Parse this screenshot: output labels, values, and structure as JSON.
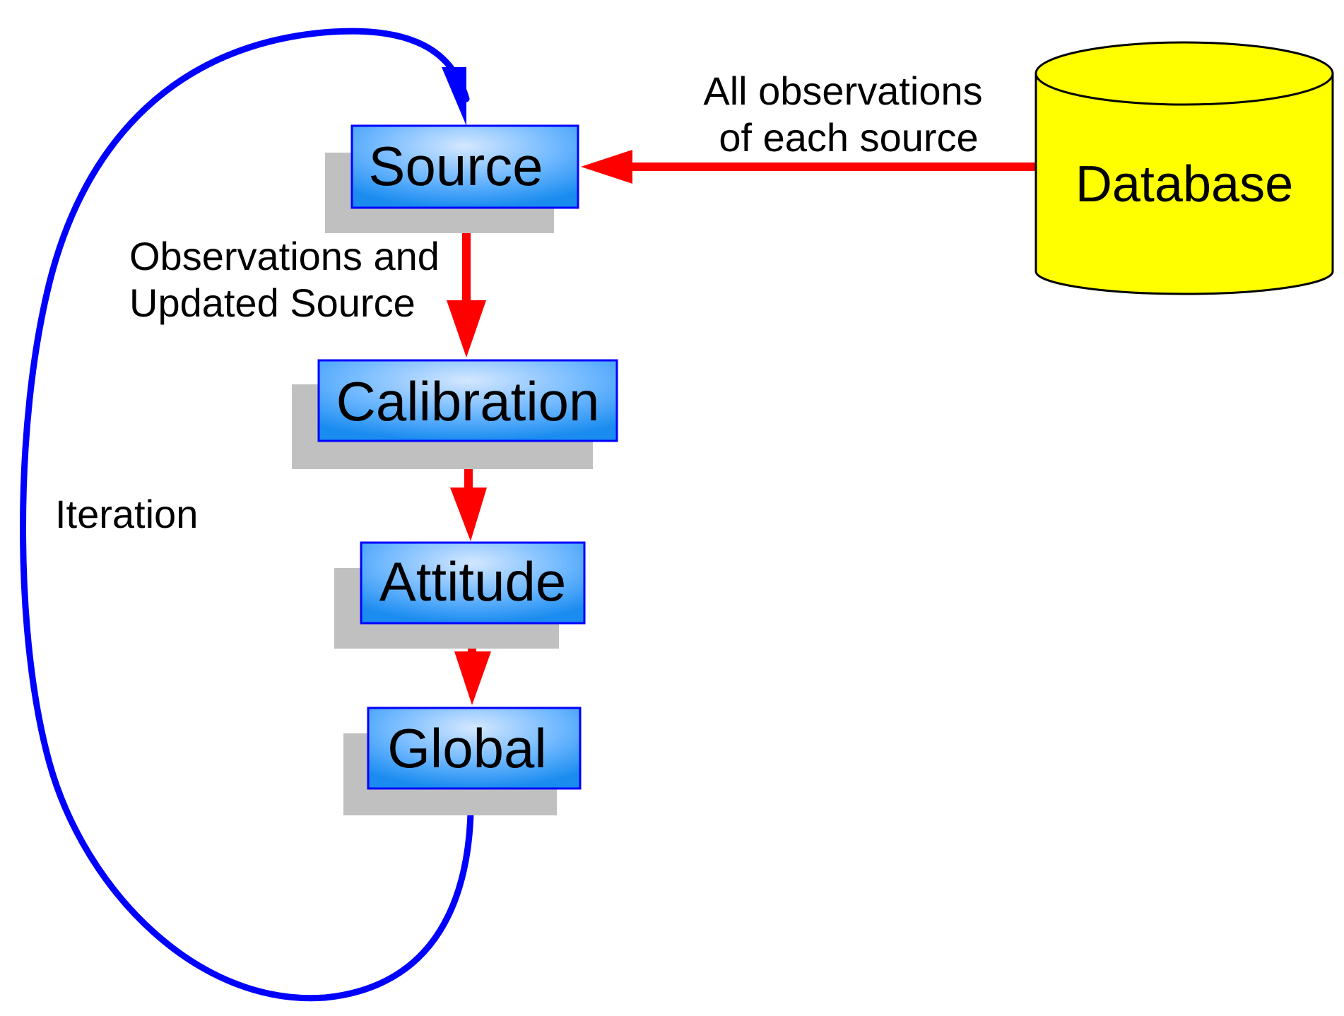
{
  "diagram": {
    "nodes": {
      "source": "Source",
      "calibration": "Calibration",
      "attitude": "Attitude",
      "global": "Global",
      "database": "Database"
    },
    "labels": {
      "db_to_source_line1": "All observations",
      "db_to_source_line2": "of each source",
      "source_to_calibration_line1": "Observations and",
      "source_to_calibration_line2": "Updated Source",
      "iteration": "Iteration"
    },
    "colors": {
      "box_edge": "#1a8cf0",
      "box_center": "#d4e7ff",
      "box_border": "#0000ff",
      "shadow": "#c0c0c0",
      "flow_arrow": "#ff0000",
      "iteration_loop": "#0000ff",
      "database_fill": "#ffff00"
    }
  }
}
